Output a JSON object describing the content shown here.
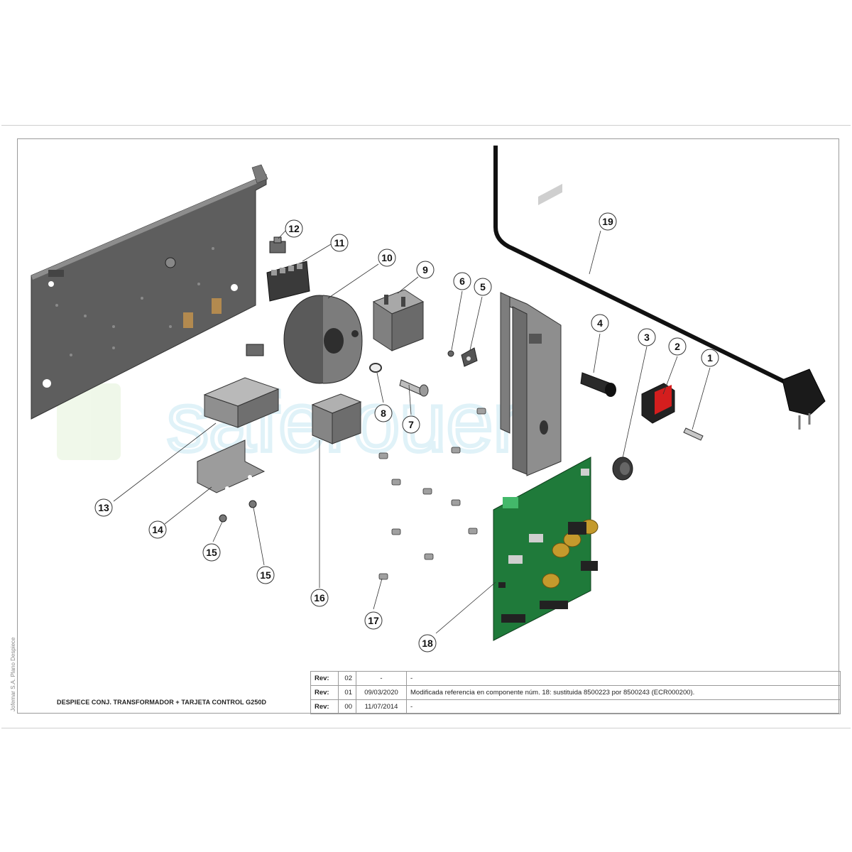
{
  "sheet": {
    "title": "DESPIECE CONJ. TRANSFORMADOR + TARJETA CONTROL G250D",
    "side_text": "Jofemar S.A. Plano Despiece",
    "watermark": "saferouer"
  },
  "revisions": [
    {
      "key": "Rev:",
      "num": "02",
      "date": "-",
      "desc": "-"
    },
    {
      "key": "Rev:",
      "num": "01",
      "date": "09/03/2020",
      "desc": "Modificada referencia en componente núm. 18: sustituida 8500223 por 8500243 (ECR000200)."
    },
    {
      "key": "Rev:",
      "num": "00",
      "date": "11/07/2014",
      "desc": "-"
    }
  ],
  "callouts": [
    "1",
    "2",
    "3",
    "4",
    "5",
    "6",
    "7",
    "8",
    "9",
    "10",
    "11",
    "12",
    "13",
    "14",
    "15",
    "15",
    "16",
    "17",
    "18",
    "19"
  ],
  "colors": {
    "metal": "#6e6e6e",
    "metal_light": "#9c9c9c",
    "pcb": "#1f7a3a",
    "red_switch": "#d41e1e",
    "watermark": "#c8e8f4"
  }
}
